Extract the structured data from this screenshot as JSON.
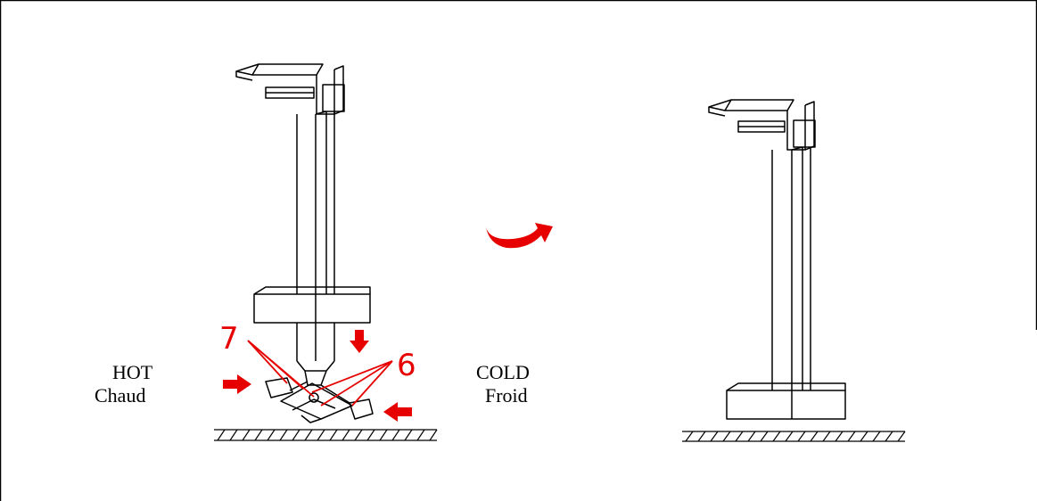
{
  "labels": {
    "hot_en": "HOT",
    "hot_fr": "Chaud",
    "cold_en": "COLD",
    "cold_fr": "Froid",
    "callout_7": "7",
    "callout_6": "6"
  },
  "colors": {
    "line": "#000000",
    "accent": "#e60000",
    "background": "#ffffff"
  },
  "icons": {
    "transition_arrow": "curved-arrow-icon",
    "inlet_arrow": "arrow-icon"
  }
}
